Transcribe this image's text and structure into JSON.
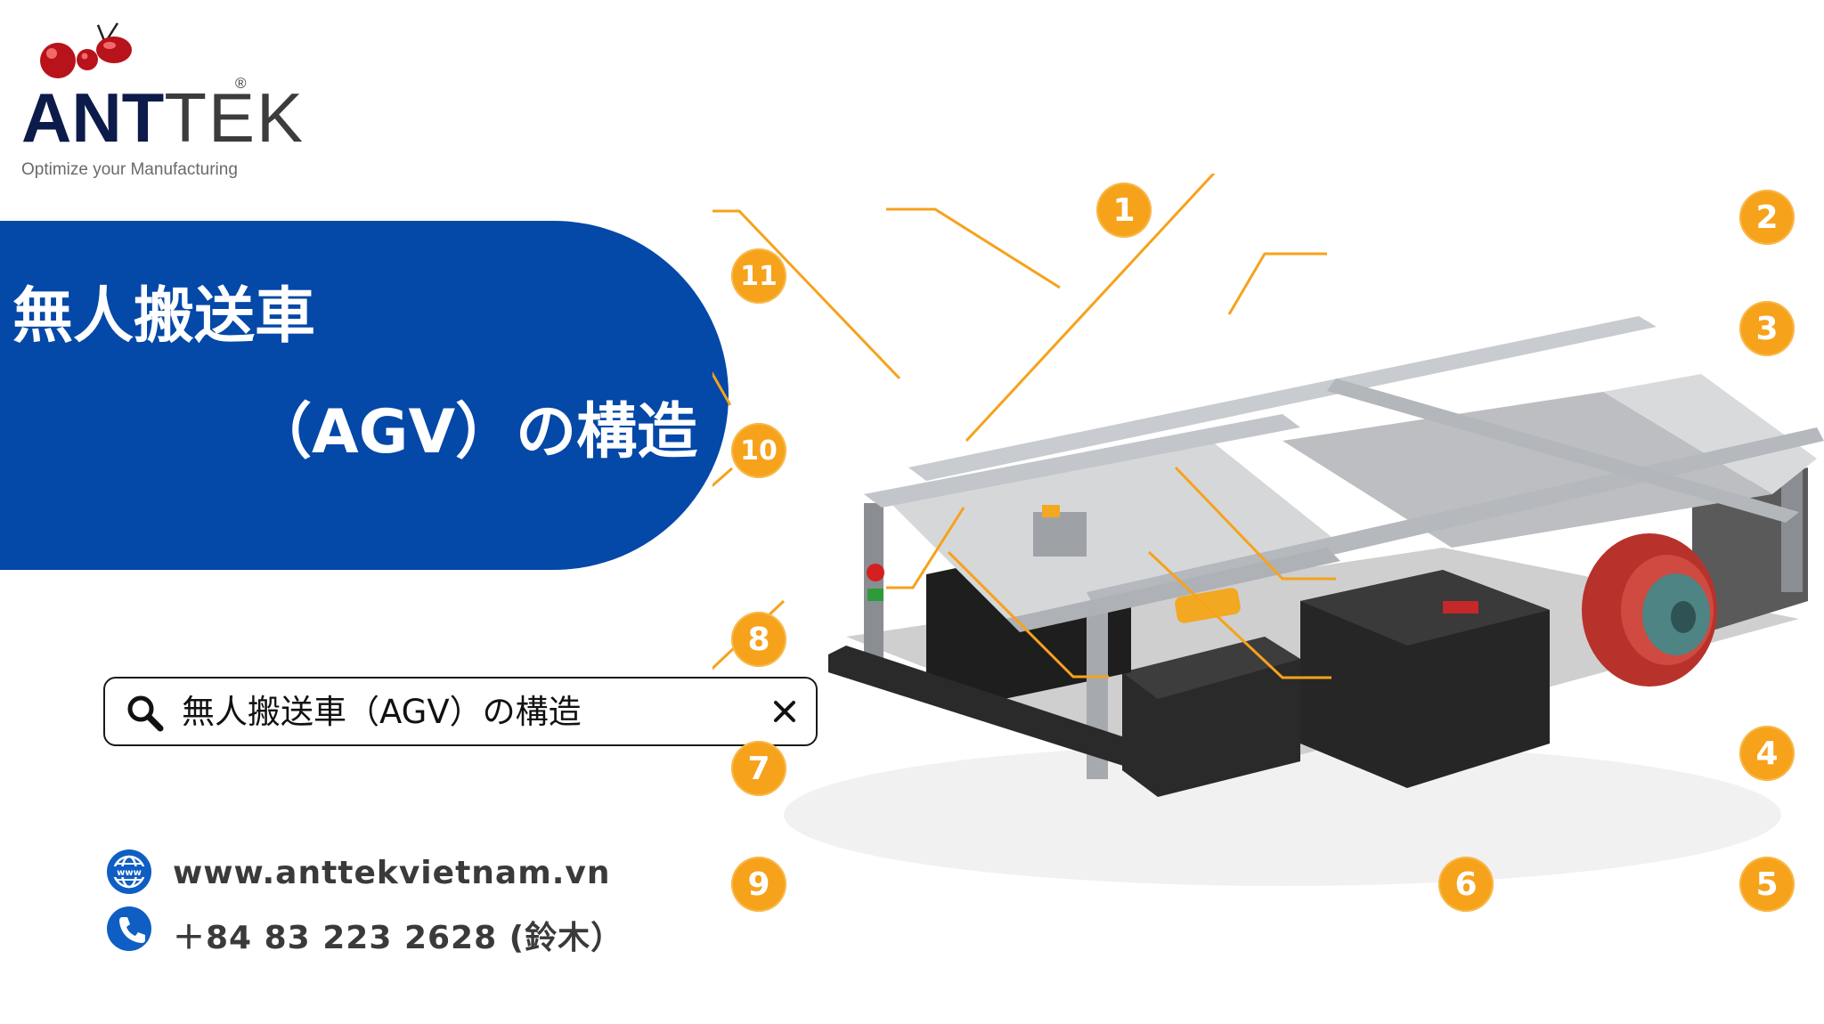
{
  "logo": {
    "brand_part1": "ANT",
    "brand_part2": "TEK",
    "registered_mark": "®",
    "tagline": "Optimize your Manufacturing"
  },
  "banner": {
    "title_line1": "無人搬送車",
    "title_line2": "（AGV）の構造"
  },
  "search": {
    "query": "無人搬送車（AGV）の構造",
    "icon": "search-icon",
    "clear_icon": "close-icon"
  },
  "contact": {
    "website": "www.anttekvietnam.vn",
    "phone": "＋84 83 223 2628 (鈴木）",
    "website_icon": "globe-icon",
    "phone_icon": "phone-icon"
  },
  "diagram": {
    "callouts": [
      "1",
      "2",
      "3",
      "4",
      "5",
      "6",
      "7",
      "8",
      "9",
      "10",
      "11"
    ]
  },
  "colors": {
    "banner_blue": "#0448a8",
    "callout_orange": "#f6a21b",
    "logo_red": "#c0171d",
    "logo_navy": "#0d1b4a"
  }
}
